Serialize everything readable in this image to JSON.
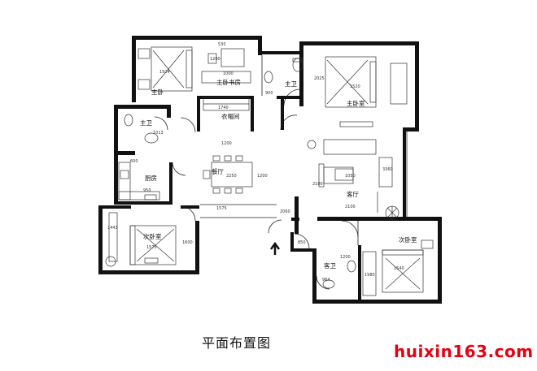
{
  "caption": "平面布置图",
  "watermark": "huixin163.com",
  "rooms": {
    "master_study": "主卧书房",
    "master_bed_left": "主卧",
    "master_bath_top": "主卫",
    "master_bedroom": "主卧室",
    "wardrobe": "衣帽间",
    "master_bath_left": "主卫",
    "kitchen": "厨房",
    "dining": "餐厅",
    "living": "客厅",
    "second_bedroom_left": "次卧室",
    "second_bedroom_right": "次卧室",
    "guest_bath": "客卫"
  },
  "dimensions": {
    "study_desk": "1200",
    "study_top": "530",
    "study_width": "1000",
    "bed_left_len": "1924",
    "master_bed_len": "1520",
    "master_bed_side": "2025",
    "wardrobe_len": "1740",
    "wardrobe_mid": "1200",
    "dining_table": "2250",
    "dining_side": "1200",
    "living_table": "1050",
    "sofa_len": "2100",
    "living_side": "3360",
    "tv_left": "2100",
    "corridor": "1575",
    "corridor_2": "2060",
    "kitchen_w": "1013",
    "kitchen_d": "950",
    "kitchen_2": "600",
    "bed2_len": "1443",
    "bed2_w": "1575",
    "bed2_side": "1600",
    "guest_bath_w": "1200",
    "guest_bath_2": "964",
    "bed3_len": "1540",
    "bed3_side": "1980",
    "bath_top": "900",
    "bath_left": "850"
  },
  "colors": {
    "watermark": "#e60012",
    "walls": "#111111"
  },
  "icons": [
    "entrance-arrow-icon",
    "toilet-icon",
    "plant-icon",
    "bed-icon"
  ]
}
